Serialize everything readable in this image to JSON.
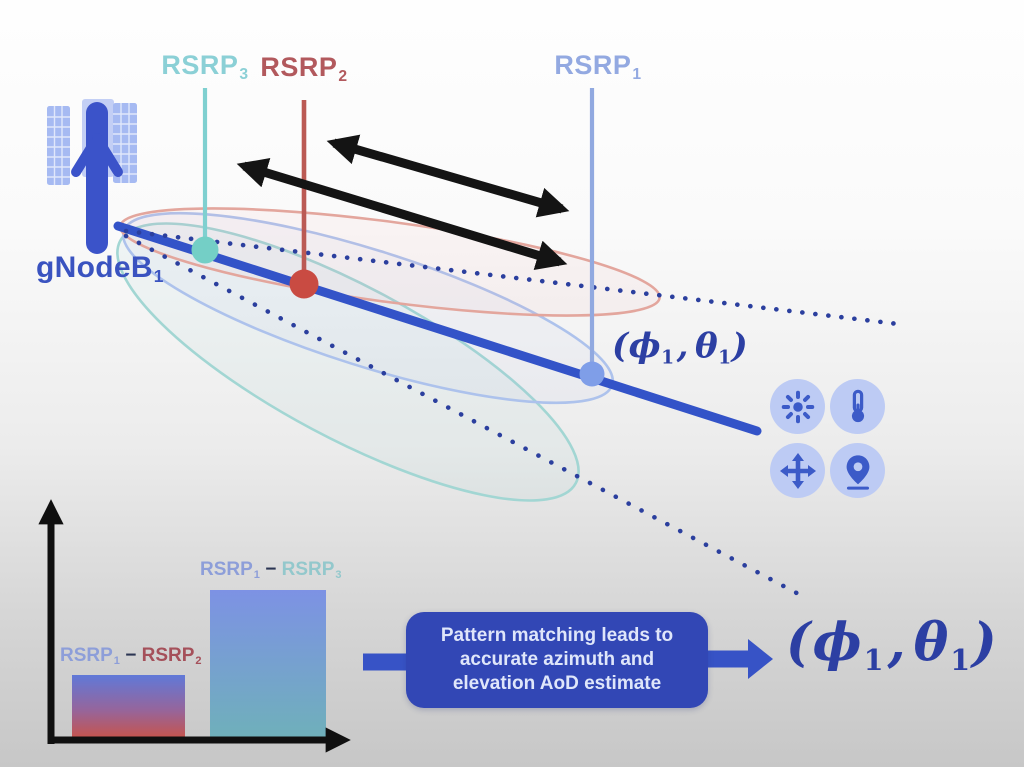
{
  "station": {
    "label_base": "gNodeB",
    "label_sub": "1"
  },
  "rsrp_labels": {
    "r3": {
      "base": "RSRP",
      "sub": "3"
    },
    "r2": {
      "base": "RSRP",
      "sub": "2"
    },
    "r1": {
      "base": "RSRP",
      "sub": "1"
    }
  },
  "angle_label": {
    "open": "(",
    "phi": "ϕ",
    "phi_sub": "1",
    "comma": ",",
    "theta": "θ",
    "theta_sub": "1",
    "close": ")"
  },
  "bar_labels": {
    "diff12": {
      "a": "RSRP",
      "a_sub": "1",
      "minus": "−",
      "b": "RSRP",
      "b_sub": "2"
    },
    "diff13": {
      "a": "RSRP",
      "a_sub": "1",
      "minus": "−",
      "b": "RSRP",
      "b_sub": "3"
    }
  },
  "callout": {
    "lines": [
      "Pattern matching leads to",
      "accurate azimuth and",
      "elevation AoD estimate"
    ]
  },
  "sensor_icons": [
    "brightness",
    "temperature",
    "movement",
    "location"
  ],
  "colors": {
    "beam_axis": "#3353c8",
    "dotted_cone": "#2b3f9e",
    "rsrp1_line": "#91a9e0",
    "rsrp1_dot": "#7f9ee8",
    "rsrp1_text": "#93a9e1",
    "rsrp2_line": "#bb5a54",
    "rsrp2_dot": "#c94b42",
    "rsrp2_text": "#b2595d",
    "rsrp3_line": "#7fd0d0",
    "rsrp3_dot": "#74cfc6",
    "rsrp3_text": "#8bd0d6",
    "ellipse_pink": "#e3a69d",
    "ellipse_blue": "#adc2ec",
    "ellipse_teal": "#a2d6d3",
    "callout_bg": "#3247b5",
    "callout_text": "#dfe6fa",
    "flow_arrow": "#3753c6",
    "angle_text": "#2c3fa3",
    "icon_circle_bg": "#bdcbf4",
    "icon_glyph": "#3c5bc8",
    "gnodeb_dark": "#3b53c9",
    "gnodeb_panel": "#a6baf2",
    "black_arrows": "#141414"
  },
  "chart_data": {
    "type": "bar",
    "categories": [
      "RSRP1 − RSRP2",
      "RSRP1 − RSRP3"
    ],
    "values_relative": [
      0.26,
      0.6
    ],
    "title": "",
    "xlabel": "",
    "ylabel": "",
    "axis_ticks": "none (qualitative sketch, unlabeled axes)",
    "bar_gradients": [
      [
        "#6079d8",
        "#c8544a"
      ],
      [
        "#7d92e4",
        "#6fb0ba"
      ]
    ],
    "legend": "none"
  }
}
